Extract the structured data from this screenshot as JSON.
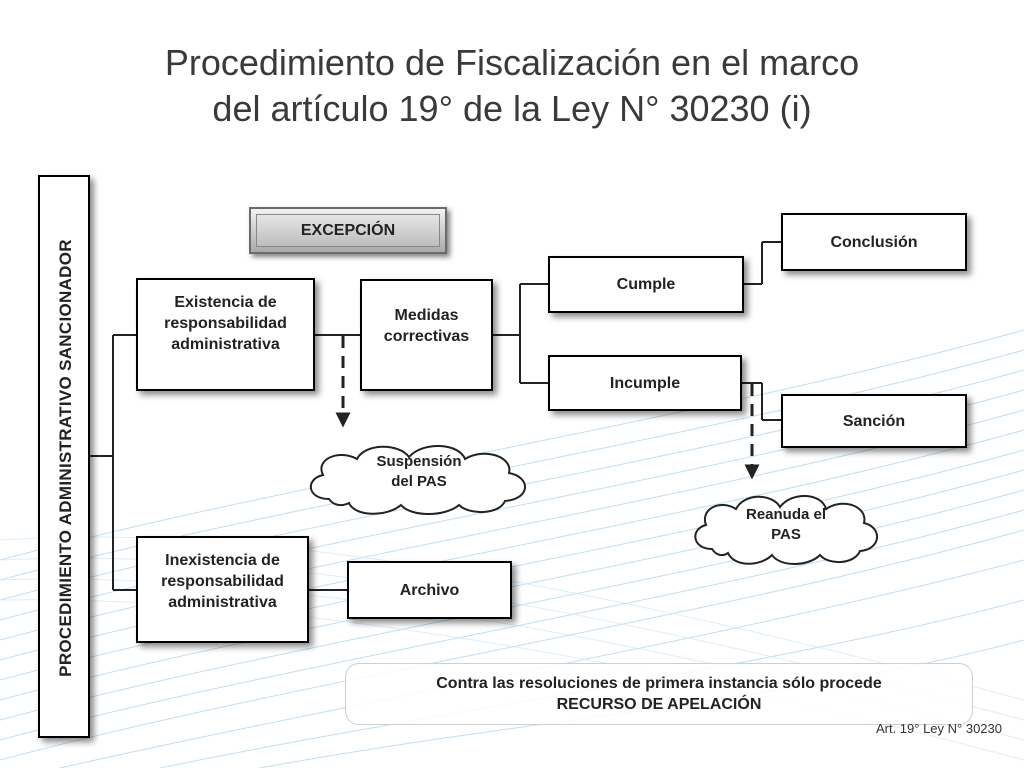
{
  "slide": {
    "title_line1": "Procedimiento de Fiscalización en el marco",
    "title_line2": "del artículo 19° de la Ley N° 30230 (i)"
  },
  "diagram": {
    "root": "PROCEDIMIENTO ADMINISTRATIVO SANCIONADOR",
    "exception": "EXCEPCIÓN",
    "existencia": {
      "line1": "Existencia de",
      "line2": "responsabilidad",
      "line3": "administrativa"
    },
    "inexistencia": {
      "line1": "Inexistencia de",
      "line2": "responsabilidad",
      "line3": "administrativa"
    },
    "medidas": {
      "line1": "Medidas",
      "line2": "correctivas"
    },
    "cumple": "Cumple",
    "incumple": "Incumple",
    "conclusion": "Conclusión",
    "sancion": "Sanción",
    "archivo": "Archivo",
    "suspension": {
      "line1": "Suspensión",
      "line2": "del PAS"
    },
    "reanuda": {
      "line1": "Reanuda el",
      "line2": "PAS"
    }
  },
  "footer": {
    "note_line1": "Contra las resoluciones de primera instancia sólo procede",
    "note_line2": "RECURSO DE APELACIÓN",
    "reference": "Art. 19° Ley N° 30230"
  }
}
